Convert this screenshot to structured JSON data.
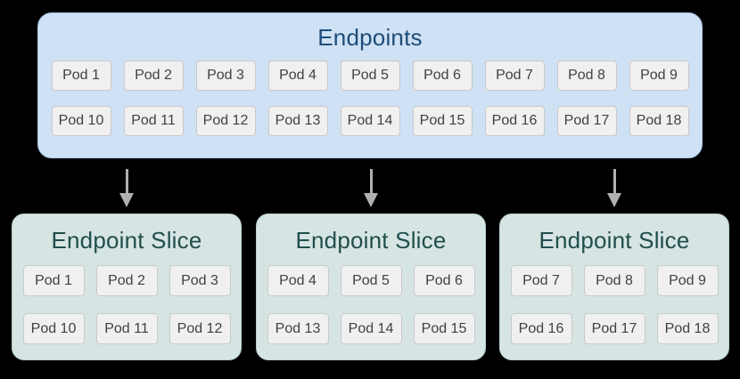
{
  "canvas": {
    "background": "#000000"
  },
  "colors": {
    "endpoints_bg": "#cfe1f4",
    "endpoints_border": "#a6c6e8",
    "endpoints_title": "#1e4d79",
    "slice_bg": "#d6e5e3",
    "slice_border": "#b7d0cd",
    "slice_title": "#214e4c",
    "pod_bg": "#f0f0f0",
    "pod_border": "#c9c9c9",
    "pod_text": "#414141",
    "arrow": "#b0b0b0"
  },
  "endpoints": {
    "title": "Endpoints",
    "rows": [
      [
        "Pod 1",
        "Pod 2",
        "Pod 3",
        "Pod 4",
        "Pod 5",
        "Pod 6",
        "Pod 7",
        "Pod 8",
        "Pod 9"
      ],
      [
        "Pod 10",
        "Pod 11",
        "Pod 12",
        "Pod 13",
        "Pod 14",
        "Pod 15",
        "Pod 16",
        "Pod 17",
        "Pod 18"
      ]
    ]
  },
  "arrows": [
    "down-arrow",
    "down-arrow",
    "down-arrow"
  ],
  "slices": [
    {
      "title": "Endpoint Slice",
      "rows": [
        [
          "Pod 1",
          "Pod 2",
          "Pod 3"
        ],
        [
          "Pod 10",
          "Pod 11",
          "Pod 12"
        ]
      ]
    },
    {
      "title": "Endpoint Slice",
      "rows": [
        [
          "Pod 4",
          "Pod 5",
          "Pod 6"
        ],
        [
          "Pod 13",
          "Pod 14",
          "Pod 15"
        ]
      ]
    },
    {
      "title": "Endpoint Slice",
      "rows": [
        [
          "Pod 7",
          "Pod 8",
          "Pod 9"
        ],
        [
          "Pod 16",
          "Pod 17",
          "Pod 18"
        ]
      ]
    }
  ]
}
